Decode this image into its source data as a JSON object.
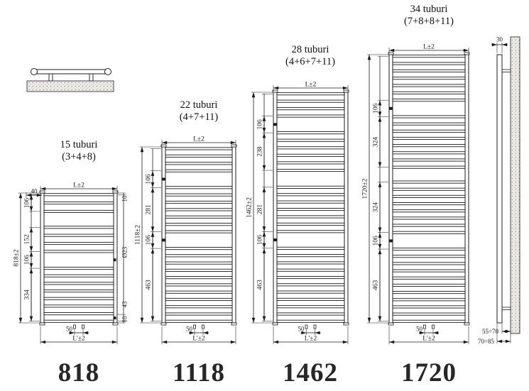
{
  "page": {
    "background": "#ffffff",
    "line_color": "#1b1b1b"
  },
  "views": {
    "top_view": {
      "name": "wall-mounting top view"
    },
    "side_view": {
      "depth_dim": "30",
      "clearance_dims": [
        "55÷70",
        "70÷85"
      ]
    }
  },
  "radiators": [
    {
      "model": "818",
      "title_line1": "15 tuburi",
      "title_line2": "(3+4+8)",
      "width_dim_top": "L±2",
      "width_dim_bottom": "L'±2",
      "center_dim": "50",
      "height_dim": "818±2",
      "left_dims": [
        "106",
        "152",
        "106",
        "334"
      ],
      "top_offset_dim": "40",
      "right_dims": [
        "10",
        "Ø23",
        "43",
        "10"
      ]
    },
    {
      "model": "1118",
      "title_line1": "22 tuburi",
      "title_line2": "(4+7+11)",
      "width_dim_top": "L±2",
      "width_dim_bottom": "L'±2",
      "center_dim": "50",
      "height_dim": "1118±2",
      "left_dims": [
        "106",
        "281",
        "106",
        "463"
      ]
    },
    {
      "model": "1462",
      "title_line1": "28 tuburi",
      "title_line2": "(4+6+7+11)",
      "width_dim_top": "L±2",
      "width_dim_bottom": "L'±2",
      "center_dim": "50",
      "height_dim": "1462±2",
      "left_dims": [
        "106",
        "238",
        "281",
        "106",
        "463"
      ]
    },
    {
      "model": "1720",
      "title_line1": "34 tuburi",
      "title_line2": "(7+8+8+11)",
      "width_dim_top": "L±2",
      "width_dim_bottom": "L'±2",
      "center_dim": "50",
      "height_dim": "1720±2",
      "left_dims": [
        "106",
        "324",
        "324",
        "106",
        "463"
      ]
    }
  ]
}
